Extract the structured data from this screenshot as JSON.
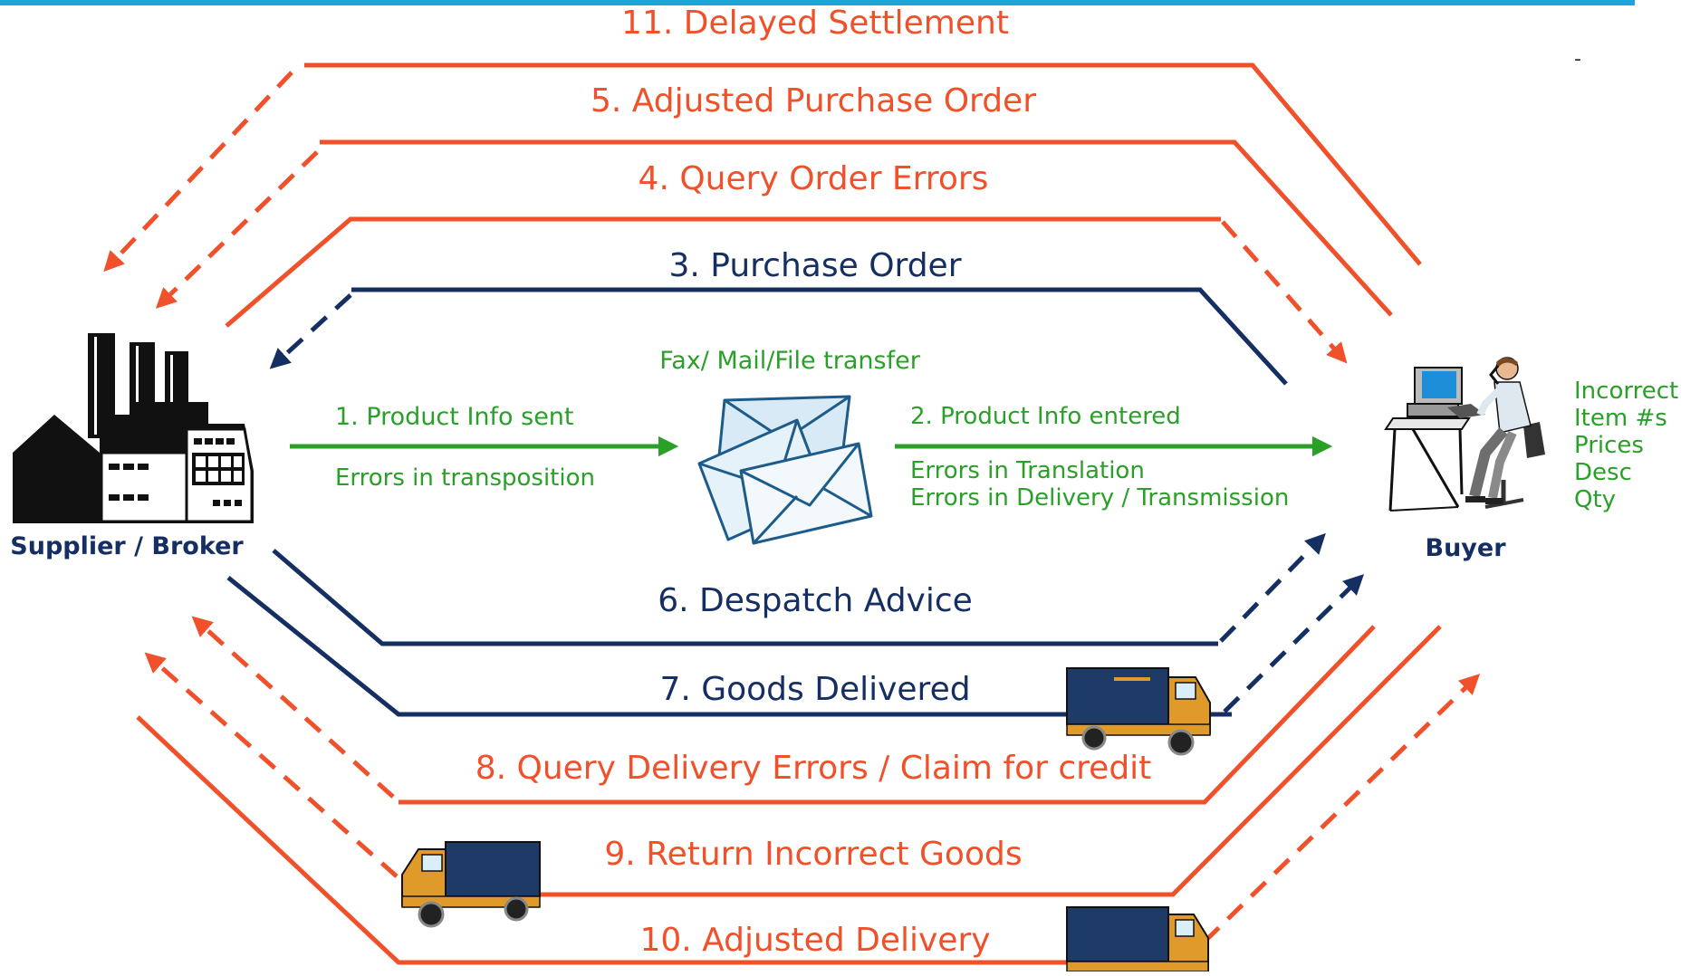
{
  "colors": {
    "orange": "#f0502a",
    "navy": "#152f63",
    "green": "#2aa028",
    "top_bar": "#1aa6d8"
  },
  "flows": {
    "f11": "11. Delayed Settlement",
    "f5": "5. Adjusted Purchase Order",
    "f4": "4. Query  Order Errors",
    "f3": "3. Purchase Order",
    "f6": "6. Despatch Advice",
    "f7": "7. Goods Delivered",
    "f8": "8. Query  Delivery Errors / Claim for  credit",
    "f9": "9. Return Incorrect Goods",
    "f10": "10. Adjusted Delivery"
  },
  "transfer": {
    "medium": "Fax/ Mail/File  transfer",
    "step1": "1. Product Info sent",
    "step1_error": "Errors in transposition",
    "step2": "2. Product Info entered",
    "step2_errors": [
      "Errors in Translation",
      "Errors in Delivery / Transmission"
    ]
  },
  "parties": {
    "supplier": "Supplier / Broker",
    "buyer": "Buyer"
  },
  "buyer_notes": [
    "Incorrect",
    "Item #s",
    "Prices",
    "Desc",
    "Qty"
  ],
  "corner_mark": "-",
  "icons": {
    "factory": "factory-icon",
    "envelopes": "envelopes-icon",
    "buyer": "buyer-at-computer-icon",
    "truck": "delivery-truck-icon"
  }
}
